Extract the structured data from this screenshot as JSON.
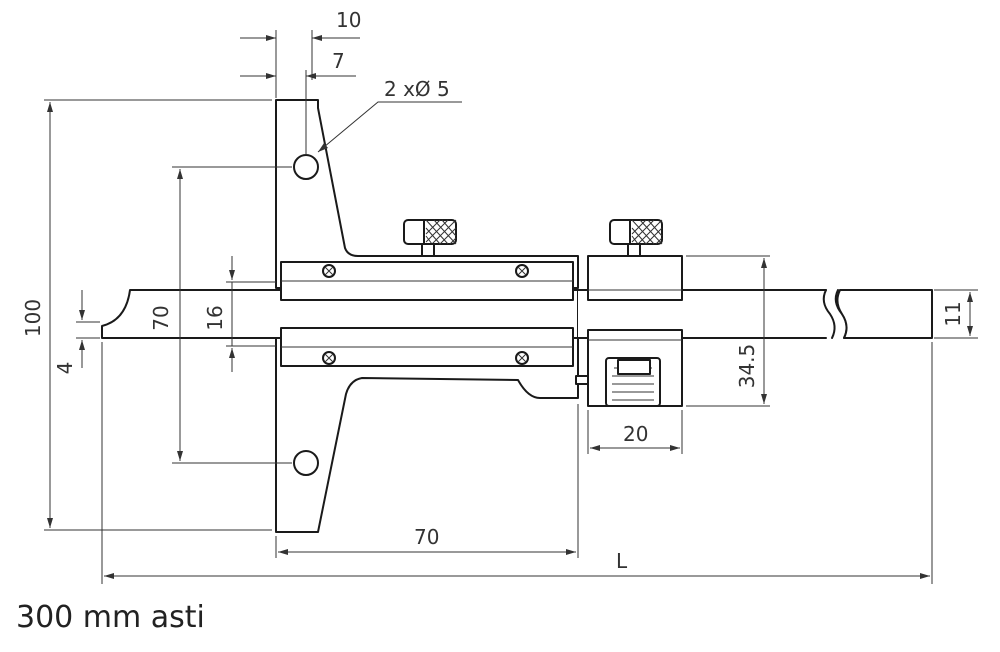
{
  "drawing": {
    "labels": {
      "top_width": "10",
      "top_offset": "7",
      "holes": "2 xØ 5",
      "height_total": "100",
      "hole_spacing": "70",
      "slot": "16",
      "beam_small": "4",
      "beam_height": "11",
      "clamp_height": "34.5",
      "clamp_width": "20",
      "base_length": "70",
      "length": "L"
    }
  },
  "caption": "300 mm asti"
}
